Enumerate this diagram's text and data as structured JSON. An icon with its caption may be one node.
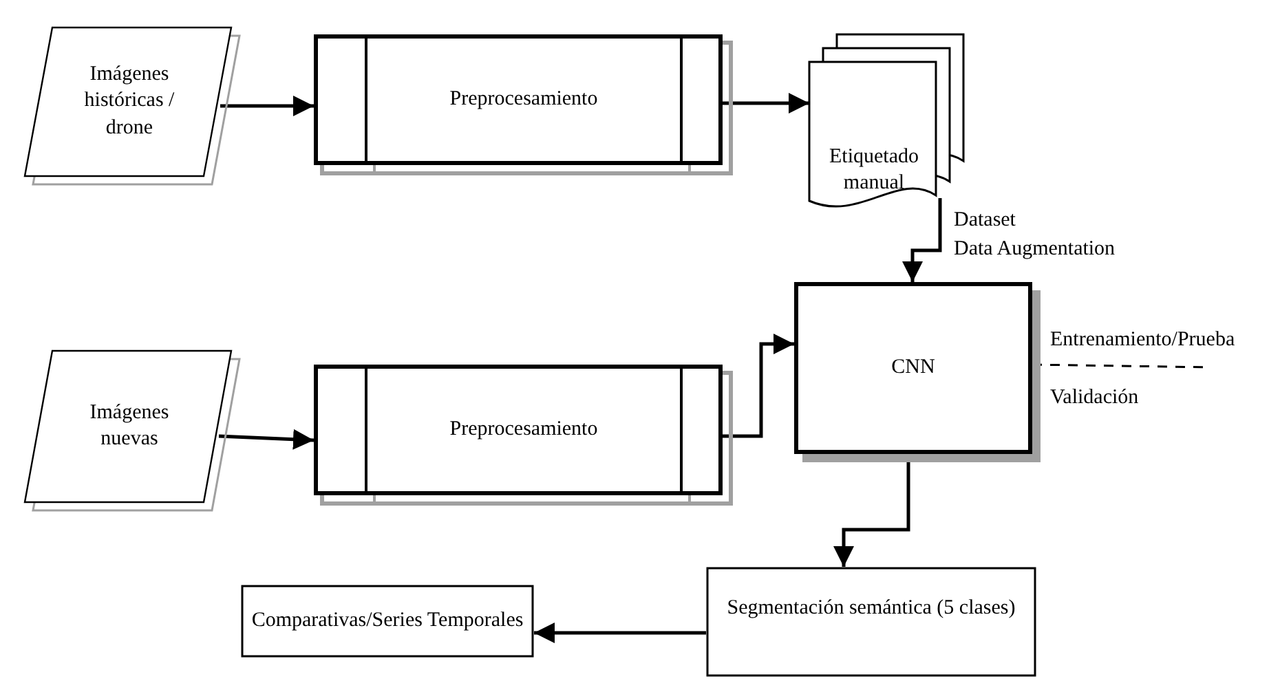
{
  "diagram": {
    "nodes": [
      {
        "text": [
          "Imágenes históricas / drone"
        ]
      },
      {
        "text": [
          "Preprocesamiento"
        ]
      },
      {
        "text": [
          "Etiquetado manual"
        ]
      },
      {
        "text": [
          "CNN"
        ]
      },
      {
        "text": [
          "Imágenes nuevas"
        ]
      },
      {
        "text": [
          "Preprocesamiento"
        ]
      },
      {
        "text": [
          "Segmentación semántica (5 clases)"
        ]
      },
      {
        "text": [
          "Comparativas/Series Temporales"
        ]
      }
    ],
    "edges": [
      {
        "from": 0,
        "to": 1,
        "arrow": "to"
      },
      {
        "from": 1,
        "to": 2,
        "arrow": "to"
      },
      {
        "from": 2,
        "to": 3,
        "arrow": "to"
      },
      {
        "from": 4,
        "to": 5,
        "arrow": "to"
      },
      {
        "from": 5,
        "to": 3,
        "arrow": "to"
      },
      {
        "from": 3,
        "to": 6,
        "arrow": "to"
      },
      {
        "from": 6,
        "to": 7,
        "arrow": "to"
      },
      {
        "from": 3,
        "to": null,
        "arrow": "none",
        "style": "dashed"
      }
    ],
    "labels": [
      "Dataset",
      "Data Augmentation",
      "Entrenamiento/Prueba",
      "Validación"
    ]
  }
}
